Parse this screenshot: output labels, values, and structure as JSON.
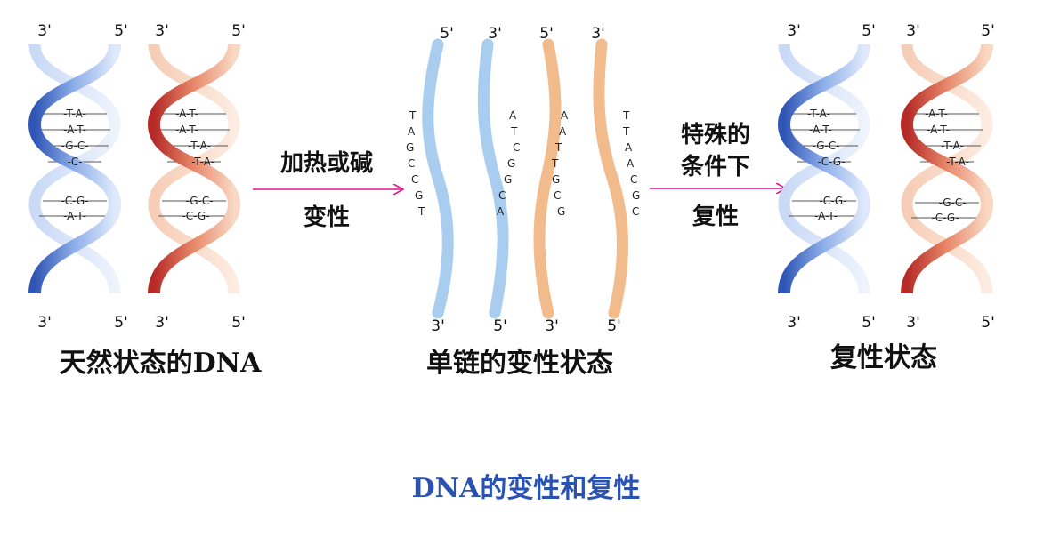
{
  "colors": {
    "blue_strand": "#4a73c8",
    "red_strand": "#c5403a",
    "light_blue_strand": "#a9cdef",
    "light_orange_strand": "#f2bb8c",
    "arrow": "#e0148c",
    "caption": "#2a52b0"
  },
  "native": {
    "label": "天然状态的DNA",
    "blue_helix": {
      "top_left": "3'",
      "top_right": "5'",
      "bottom_left": "3'",
      "bottom_right": "5'",
      "pairs": [
        "-T-A-",
        "-A-T-",
        "-G-C-",
        "-C-",
        "-C-G-",
        "-A-T-"
      ]
    },
    "red_helix": {
      "top_left": "3'",
      "top_right": "5'",
      "bottom_left": "3'",
      "bottom_right": "5'",
      "pairs": [
        "-A-T-",
        "-A-T-",
        "-T-A-",
        "-T-A-",
        "-G-C-",
        "-C-G-"
      ]
    }
  },
  "step1": {
    "line1": "加热或碱",
    "line2": "变性"
  },
  "denatured": {
    "label": "单链的变性状态",
    "strands": [
      {
        "top": "5'",
        "bottom": "3'",
        "bases": [
          "T",
          "A",
          "G",
          "C",
          "C",
          "G",
          "T"
        ]
      },
      {
        "top": "3'",
        "bottom": "5'",
        "bases": [
          "A",
          "T",
          "C",
          "G",
          "G",
          "C",
          "A"
        ]
      },
      {
        "top": "5'",
        "bottom": "3'",
        "bases": [
          "A",
          "A",
          "T",
          "T",
          "G",
          "C",
          "G"
        ]
      },
      {
        "top": "3'",
        "bottom": "5'",
        "bases": [
          "T",
          "T",
          "A",
          "A",
          "C",
          "G",
          "C"
        ]
      }
    ]
  },
  "step2": {
    "line1": "特殊的",
    "line2": "条件下",
    "line3": "复性"
  },
  "renatured": {
    "label": "复性状态",
    "blue_helix": {
      "top_left": "3'",
      "top_right": "5'",
      "bottom_left": "3'",
      "bottom_right": "5'",
      "pairs": [
        "-T-A-",
        "-A-T-",
        "-G-C-",
        "-C-G-",
        "-C-G-",
        "-A-T-"
      ]
    },
    "red_helix": {
      "top_left": "3'",
      "top_right": "5'",
      "bottom_left": "3'",
      "bottom_right": "5'",
      "pairs": [
        "-A-T-",
        "-A-T-",
        "-T-A-",
        "-T-A-",
        "-G-C-",
        "-C-G-"
      ]
    }
  },
  "caption": "DNA的变性和复性"
}
